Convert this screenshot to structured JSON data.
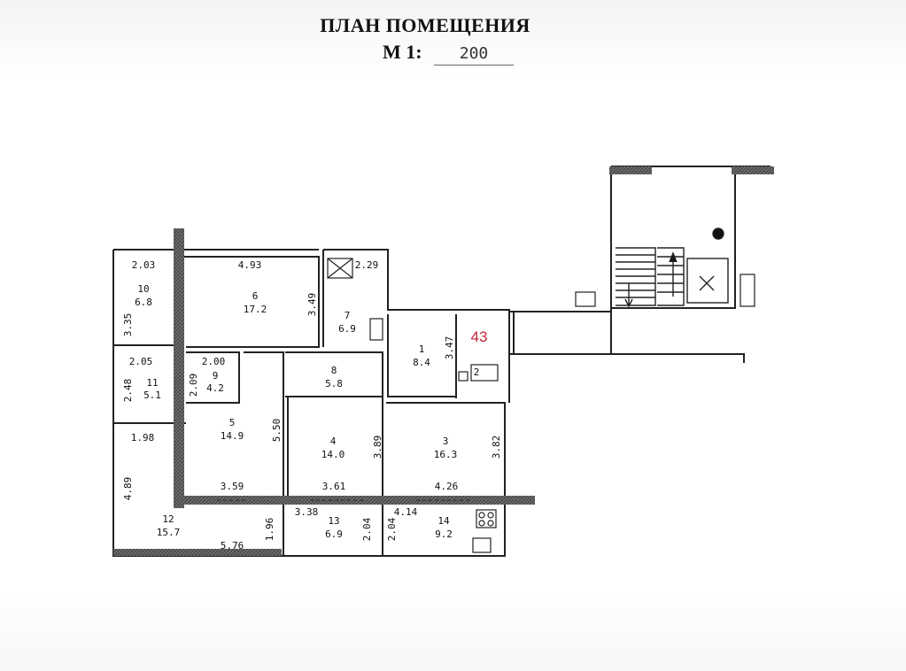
{
  "header": {
    "title": "ПЛАН ПОМЕЩЕНИЯ",
    "scale_prefix": "М 1:",
    "scale_value": "200"
  },
  "apartment_number": "43",
  "rooms": [
    {
      "num": "10",
      "area": "6.8"
    },
    {
      "num": "6",
      "area": "17.2"
    },
    {
      "num": "7",
      "area": "6.9"
    },
    {
      "num": "1",
      "area": "8.4"
    },
    {
      "num": "2",
      "area": ""
    },
    {
      "num": "11",
      "area": "5.1"
    },
    {
      "num": "9",
      "area": "4.2"
    },
    {
      "num": "8",
      "area": "5.8"
    },
    {
      "num": "5",
      "area": "14.9"
    },
    {
      "num": "4",
      "area": "14.0"
    },
    {
      "num": "3",
      "area": "16.3"
    },
    {
      "num": "12",
      "area": "15.7"
    },
    {
      "num": "13",
      "area": "6.9"
    },
    {
      "num": "14",
      "area": "9.2"
    }
  ],
  "dimensions": [
    "2.03",
    "4.93",
    "2.29",
    "3.49",
    "3.35",
    "2.05",
    "2.00",
    "2.48",
    "2.09",
    "3.47",
    "5.50",
    "3.89",
    "3.82",
    "1.98",
    "4.89",
    "3.59",
    "3.61",
    "4.26",
    "3.38",
    "4.14",
    "1.96",
    "2.04",
    "2.04",
    "5.76"
  ]
}
